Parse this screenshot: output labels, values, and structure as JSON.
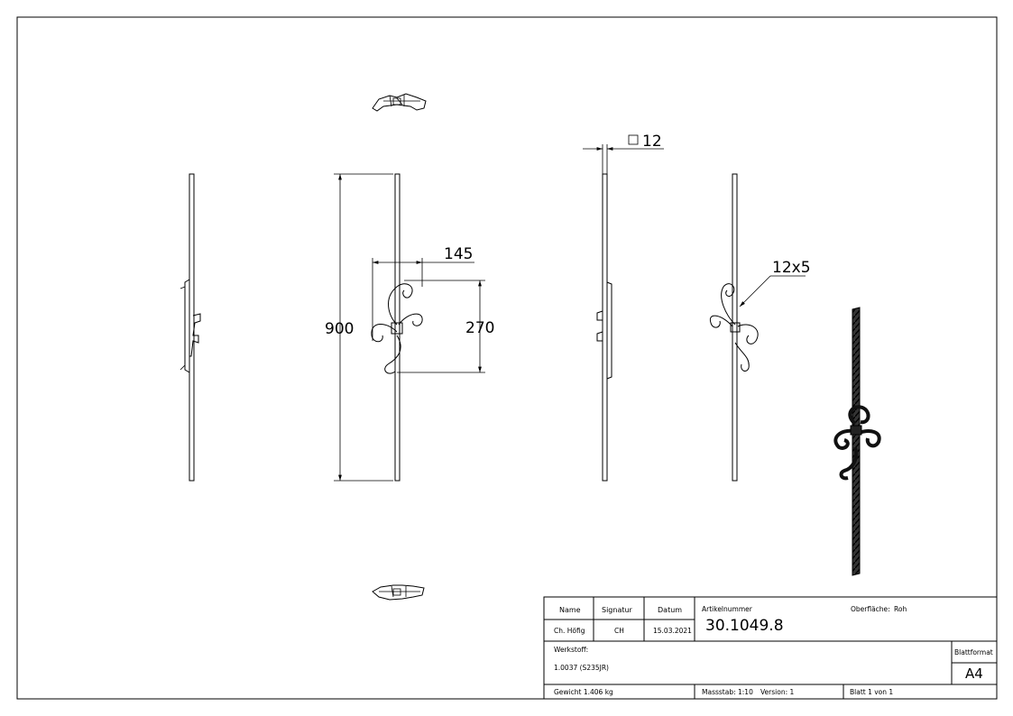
{
  "dimensions": {
    "height": "900",
    "width": "145",
    "scroll_height": "270",
    "square": "12",
    "ornament_bar": "12x5"
  },
  "title_block": {
    "name_label": "Name",
    "signatur_label": "Signatur",
    "datum_label": "Datum",
    "name_value": "Ch. Höfig",
    "signatur_value": "CH",
    "datum_value": "15.03.2021",
    "artikel_label": "Artikelnummer",
    "artikel_value": "30.1049.8",
    "oberflaeche_label": "Oberfläche:",
    "oberflaeche_value": "Roh",
    "werkstoff_label": "Werkstoff:",
    "werkstoff_value": "1.0037 (S235JR)",
    "blattformat_label": "Blattformat",
    "blattformat_value": "A4",
    "gewicht": "Gewicht 1.406 kg",
    "massstab": "Massstab: 1:10",
    "version": "Version: 1",
    "blatt": "Blatt 1 von 1"
  }
}
